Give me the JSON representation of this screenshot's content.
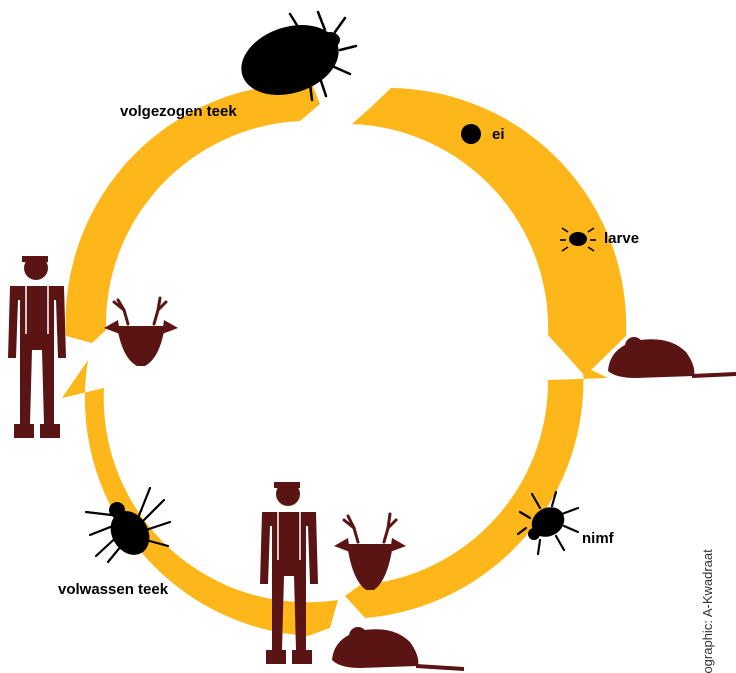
{
  "diagram": {
    "stages": {
      "engorged": "volgezogen teek",
      "egg": "ei",
      "larva": "larve",
      "nymph": "nimf",
      "adult": "volwassen teek"
    },
    "credit": "Infographic: A-Kwadraat"
  },
  "colors": {
    "cycle_arrow": "#FDB71A",
    "host_silhouette": "#5A1414",
    "tick": "#000000",
    "background": "#FFFFFF"
  }
}
